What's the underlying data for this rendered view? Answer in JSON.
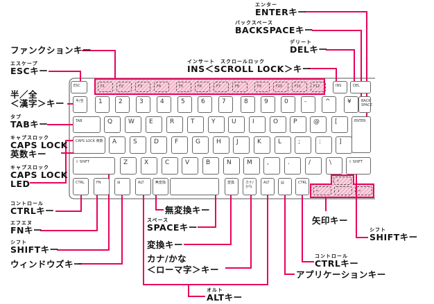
{
  "colors": {
    "leader": "#e8005a",
    "highlight": "#f4a6c0",
    "key_border": "#666666"
  },
  "labels": {
    "function": {
      "text": "ファンクションキー"
    },
    "esc": {
      "ruby": "エスケープ",
      "text": "ESCキー"
    },
    "hankaku": {
      "line1": "半／全",
      "line2": "＜漢字＞キー"
    },
    "tab": {
      "ruby": "タブ",
      "text": "TABキー"
    },
    "caps": {
      "ruby": "キャプスロック",
      "line1": "CAPS LOCK",
      "line2": "英数キー"
    },
    "caps_led": {
      "ruby": "キャプスロック",
      "line1": "CAPS LOCK",
      "line2": "LED"
    },
    "ctrl_left": {
      "ruby": "コントロール",
      "text": "CTRLキー"
    },
    "fn": {
      "ruby": "エフエヌ",
      "text": "FNキー"
    },
    "shift_left": {
      "ruby": "シフト",
      "text": "SHIFTキー"
    },
    "windows": {
      "text": "ウィンドウズキー"
    },
    "muhenkan": {
      "text": "無変換キー"
    },
    "space": {
      "ruby": "スペース",
      "text": "SPACEキー"
    },
    "henkan": {
      "text": "変換キー"
    },
    "kana": {
      "line1": "カナ/かな",
      "line2": "＜ローマ字＞キー"
    },
    "alt": {
      "ruby": "オルト",
      "text": "ALTキー"
    },
    "arrow": {
      "text": "矢印キー"
    },
    "shift_right": {
      "ruby": "シフト",
      "text": "SHIFTキー"
    },
    "ctrl_right": {
      "ruby": "コントロール",
      "text": "CTRLキー"
    },
    "app": {
      "text": "アプリケーションキー"
    },
    "enter": {
      "ruby": "エンター",
      "text": "ENTERキー"
    },
    "backspace": {
      "ruby": "バックスペース",
      "text": "BACKSPACEキー"
    },
    "del": {
      "ruby": "デリート",
      "text": "DELキー"
    },
    "ins": {
      "ruby": "インサート　スクロールロック",
      "text": "INS＜SCROLL LOCK＞キー"
    }
  },
  "keys": {
    "esc": "ESC",
    "f": [
      "F1",
      "F2",
      "F3",
      "F4",
      "F5",
      "F6",
      "F7",
      "F8",
      "F9",
      "F10",
      "F11",
      "F12"
    ],
    "ins": "INS",
    "del": "DEL",
    "row1": [
      "半/全",
      "1",
      "2",
      "3",
      "4",
      "5",
      "6",
      "7",
      "8",
      "9",
      "0",
      "-",
      "^",
      "¥",
      "BACK SPACE"
    ],
    "row2": [
      "TAB",
      "Q",
      "W",
      "E",
      "R",
      "T",
      "Y",
      "U",
      "I",
      "O",
      "P",
      "@",
      "[",
      "ENTER"
    ],
    "row3": [
      "CAPS LOCK 英数",
      "A",
      "S",
      "D",
      "F",
      "G",
      "H",
      "J",
      "K",
      "L",
      ";",
      ":",
      "]"
    ],
    "row4": [
      "⇧ SHIFT",
      "Z",
      "X",
      "C",
      "V",
      "B",
      "N",
      "M",
      ",",
      ".",
      "/",
      "\\",
      "⇧ SHIFT"
    ],
    "row5": [
      "CTRL",
      "FN",
      "⊞",
      "ALT",
      "無変換",
      "",
      "変換",
      "カナ/かな",
      "ALT",
      "▤",
      "CTRL"
    ],
    "arrows": [
      "↑",
      "←",
      "↓",
      "→"
    ]
  }
}
